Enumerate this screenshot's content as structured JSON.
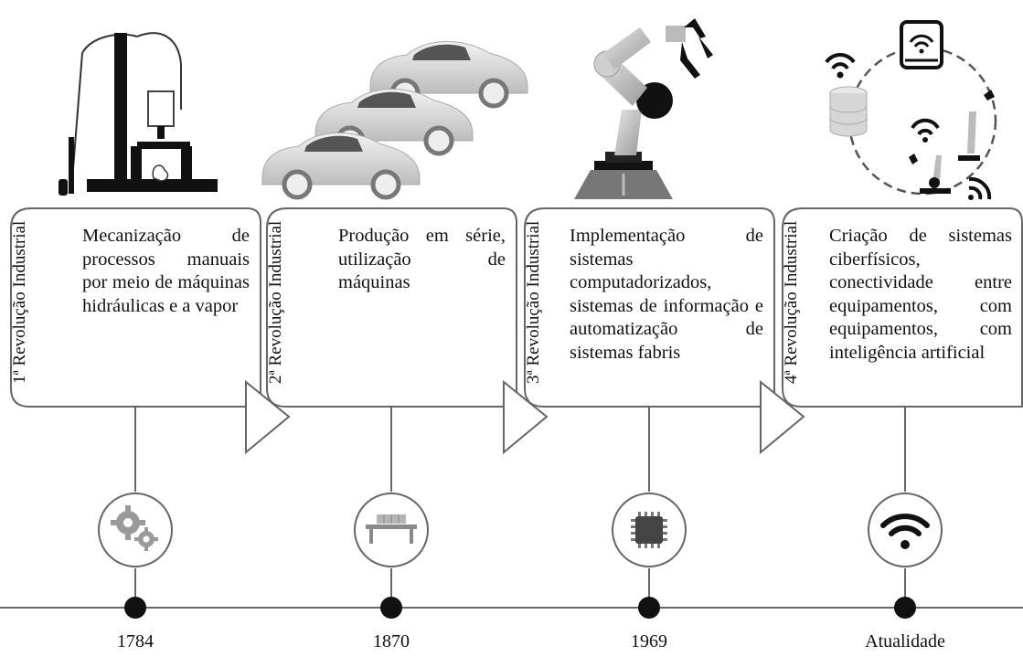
{
  "stages": [
    {
      "label": "1ª Revolução Industrial",
      "description": "Mecanização de processos manuais por meio de máquinas hidráulicas e a vapor",
      "year": "1784",
      "icon": "gears-icon",
      "illustration": "steam-engine-illustration"
    },
    {
      "label": "2ª Revolução Industrial",
      "description": "Produção em série, utilização de máquinas",
      "year": "1870",
      "icon": "assembly-line-icon",
      "illustration": "cars-illustration"
    },
    {
      "label": "3ª Revolução Industrial",
      "description": "Implementação de sistemas computadorizados, sistemas de informação e automatização de sistemas fabris",
      "year": "1969",
      "icon": "chip-icon",
      "illustration": "robot-arm-illustration"
    },
    {
      "label": "4ª Revolução Industrial",
      "description": "Criação de sistemas ciberfísicos, conectividade entre equipamentos, com equipamentos, com inteligência artificial",
      "year": "Atualidade",
      "icon": "wifi-icon",
      "illustration": "connected-devices-illustration"
    }
  ],
  "colors": {
    "stroke": "#666666",
    "dot": "#111111",
    "illustration_dark": "#1a1a1a",
    "illustration_light": "#d9d9d9"
  }
}
